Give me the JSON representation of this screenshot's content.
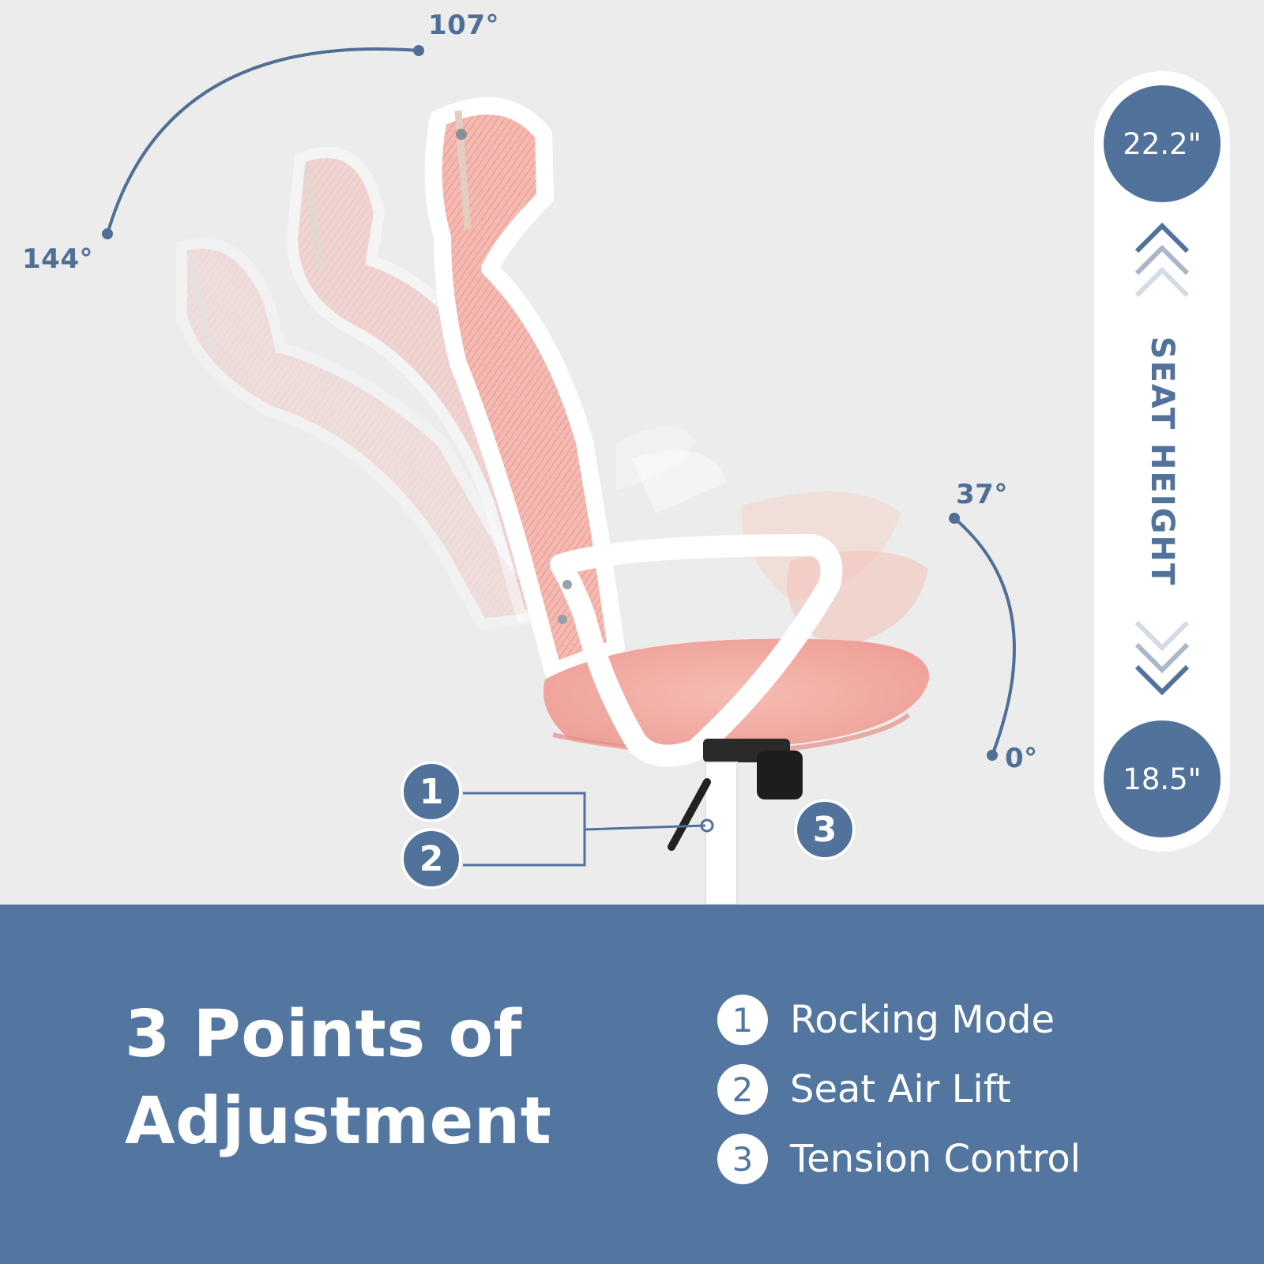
{
  "angles": {
    "backrest_max": "107°",
    "backrest_min": "144°",
    "tilt_max": "37°",
    "tilt_min": "0°"
  },
  "callouts": [
    "1",
    "2",
    "3"
  ],
  "seat_height": {
    "top_value": "22.2\"",
    "bottom_value": "18.5\"",
    "label": "SEAT HEIGHT"
  },
  "banner": {
    "headline_line1": "3 Points of",
    "headline_line2": "Adjustment",
    "features": [
      {
        "num": "1",
        "text": "Rocking Mode"
      },
      {
        "num": "2",
        "text": "Seat Air Lift"
      },
      {
        "num": "3",
        "text": "Tension Control"
      }
    ]
  },
  "colors": {
    "accent_blue": "#51729a",
    "banner_blue": "#52769f",
    "background": "#ececec",
    "mesh_pink": "#f2b5ae",
    "frame_white": "#ffffff"
  }
}
